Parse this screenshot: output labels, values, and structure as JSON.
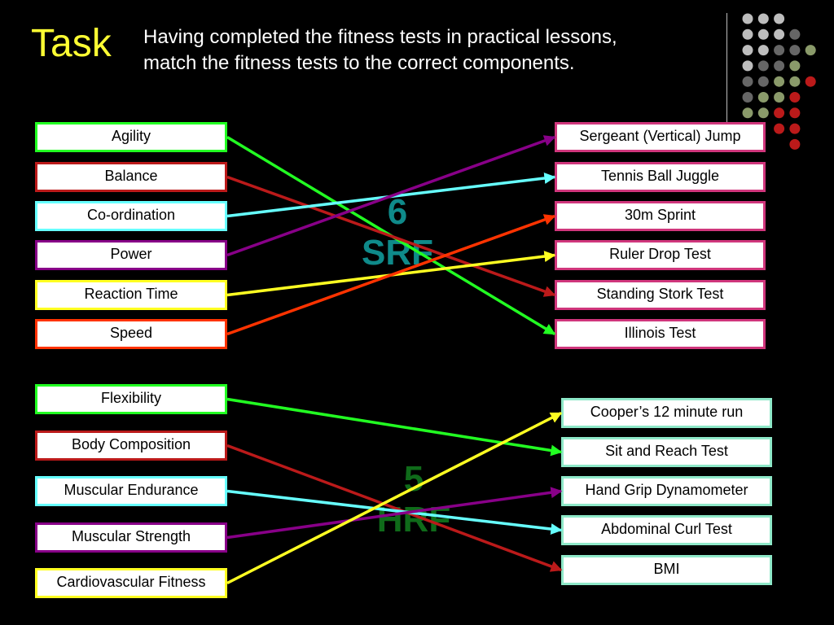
{
  "title": "Task",
  "instruction": {
    "line1": "Having completed the fitness tests in practical lessons,",
    "line2": "match the fitness tests to the correct components."
  },
  "srf": {
    "count": "6",
    "label": "SRF"
  },
  "hrf": {
    "count": "5",
    "label": "HRF"
  },
  "colors": {
    "title": "#ffff33",
    "srf_label": "#0f8a8a",
    "hrf_label": "#0f6b1a",
    "test_box_srf_border": "#d0367c",
    "test_box_hrf_border": "#8ee8c8",
    "green": "#22ff22",
    "red": "#bb1a1a",
    "cyan": "#66ffff",
    "purple": "#880088",
    "yellow": "#ffff22",
    "orange": "#ff3300"
  },
  "srf_components": [
    {
      "label": "Agility",
      "color": "#22ff22"
    },
    {
      "label": "Balance",
      "color": "#bb1a1a"
    },
    {
      "label": "Co-ordination",
      "color": "#66ffff"
    },
    {
      "label": "Power",
      "color": "#880088"
    },
    {
      "label": "Reaction Time",
      "color": "#ffff22"
    },
    {
      "label": "Speed",
      "color": "#ff3300"
    }
  ],
  "srf_tests": [
    {
      "label": "Sergeant (Vertical) Jump"
    },
    {
      "label": "Tennis Ball Juggle"
    },
    {
      "label": "30m Sprint"
    },
    {
      "label": "Ruler Drop Test"
    },
    {
      "label": "Standing Stork Test"
    },
    {
      "label": "Illinois Test"
    }
  ],
  "hrf_components": [
    {
      "label": "Flexibility",
      "color": "#22ff22"
    },
    {
      "label": "Body Composition",
      "color": "#bb1a1a"
    },
    {
      "label": "Muscular Endurance",
      "color": "#66ffff"
    },
    {
      "label": "Muscular Strength",
      "color": "#880088"
    },
    {
      "label": "Cardiovascular Fitness",
      "color": "#ffff22"
    }
  ],
  "hrf_tests": [
    {
      "label": "Cooper’s 12 minute run"
    },
    {
      "label": "Sit and Reach Test"
    },
    {
      "label": "Hand Grip Dynamometer"
    },
    {
      "label": "Abdominal Curl Test"
    },
    {
      "label": "BMI"
    }
  ],
  "srf_links": [
    {
      "from": 0,
      "to": 5,
      "color": "#22ff22"
    },
    {
      "from": 1,
      "to": 4,
      "color": "#bb1a1a"
    },
    {
      "from": 2,
      "to": 1,
      "color": "#66ffff"
    },
    {
      "from": 3,
      "to": 0,
      "color": "#880088"
    },
    {
      "from": 4,
      "to": 3,
      "color": "#ffff22"
    },
    {
      "from": 5,
      "to": 2,
      "color": "#ff3300"
    }
  ],
  "hrf_links": [
    {
      "from": 0,
      "to": 1,
      "color": "#22ff22"
    },
    {
      "from": 1,
      "to": 4,
      "color": "#bb1a1a"
    },
    {
      "from": 2,
      "to": 3,
      "color": "#66ffff"
    },
    {
      "from": 3,
      "to": 2,
      "color": "#880088"
    },
    {
      "from": 4,
      "to": 0,
      "color": "#ffff22"
    }
  ],
  "decor_dot_colors": [
    [
      "#bdbdbd",
      "#bdbdbd",
      "#bdbdbd",
      "",
      ""
    ],
    [
      "#bdbdbd",
      "#bdbdbd",
      "#bdbdbd",
      "#666666",
      ""
    ],
    [
      "#bdbdbd",
      "#bdbdbd",
      "#666666",
      "#666666",
      "#8a9a6a"
    ],
    [
      "#bdbdbd",
      "#666666",
      "#666666",
      "#8a9a6a",
      ""
    ],
    [
      "#666666",
      "#666666",
      "#8a9a6a",
      "#8a9a6a",
      "#bb1a1a"
    ],
    [
      "#666666",
      "#8a9a6a",
      "#8a9a6a",
      "#bb1a1a",
      ""
    ],
    [
      "#8a9a6a",
      "#8a9a6a",
      "#bb1a1a",
      "#bb1a1a",
      ""
    ],
    [
      "",
      "",
      "#bb1a1a",
      "#bb1a1a",
      ""
    ],
    [
      "",
      "",
      "",
      "#bb1a1a",
      ""
    ]
  ]
}
